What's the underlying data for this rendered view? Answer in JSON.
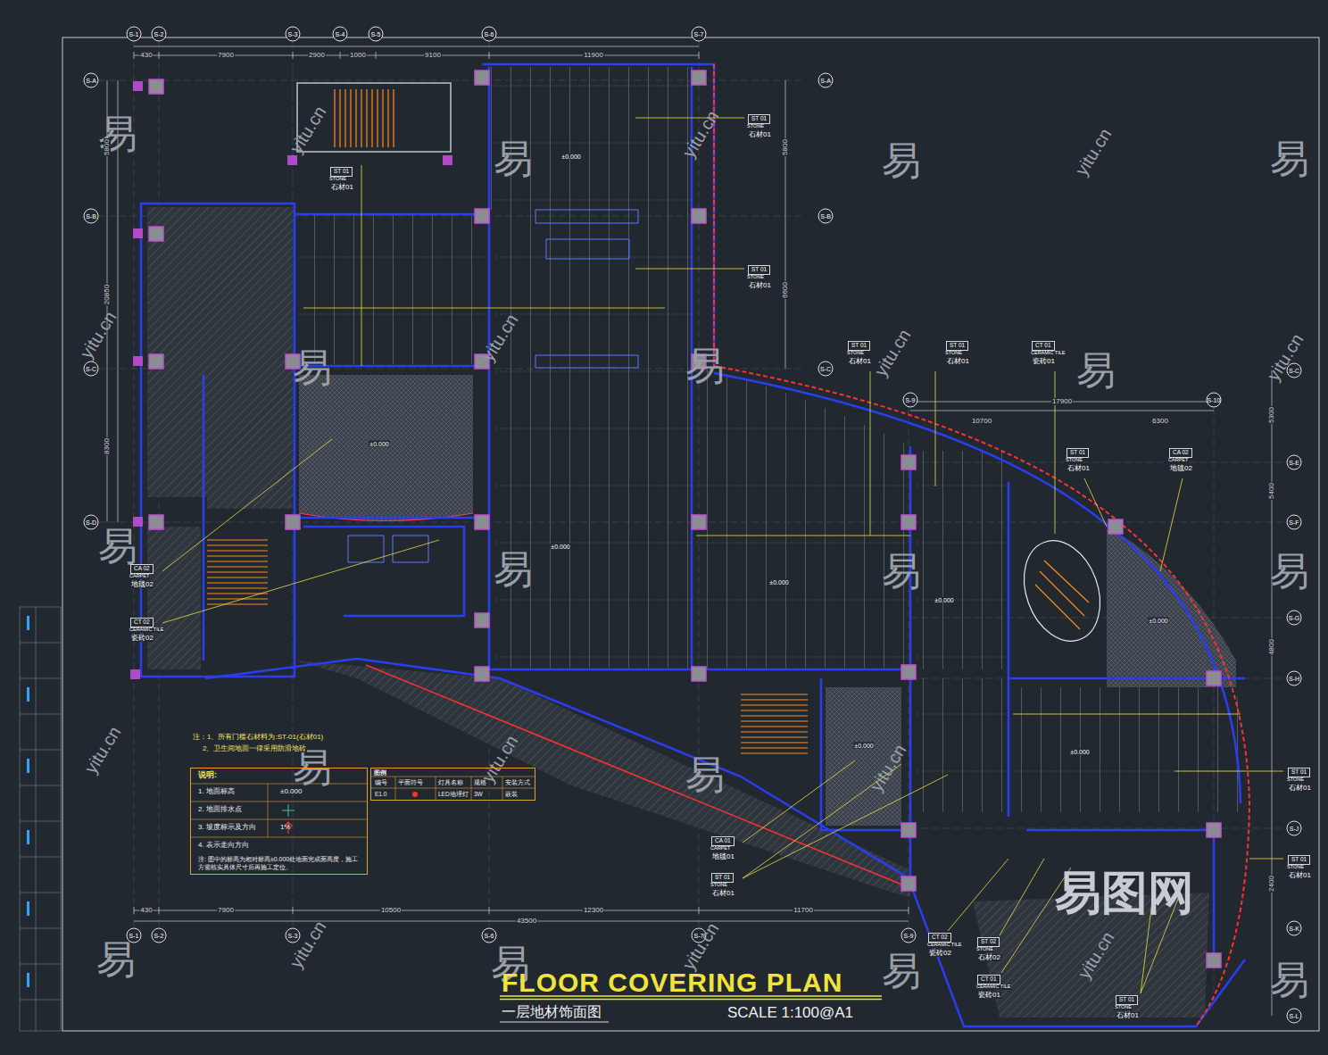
{
  "diagram": {
    "title": "FLOOR COVERING PLAN",
    "caption": "一层地材饰面图",
    "nodes": [
      {
        "text": [
          "说明:",
          "1. 地面标高",
          "±0.000",
          "2. 地面排水点",
          "3. 坡度标示及方向",
          "1%",
          "4. 表示走向方向",
          "注: 图中的标高为相对标高±0.000处地面完成面高度，施工方需核实具体尺寸后再施工定位。"
        ]
      },
      {
        "text": [
          "图例",
          "编号",
          "平面符号",
          "灯具名称",
          "规格",
          "安装方式",
          "E1.0",
          "LED地埋灯",
          "3W",
          "嵌装"
        ]
      }
    ],
    "labels": [
      "易",
      "易",
      "易",
      "易",
      "易",
      "易",
      "易",
      "易",
      "易",
      "易",
      "易",
      "易",
      "易",
      "易",
      "易",
      "易",
      "易",
      "yitu.cn",
      "yitu.cn",
      "yitu.cn",
      "yitu.cn",
      "yitu.cn",
      "yitu.cn",
      "yitu.cn",
      "yitu.cn",
      "yitu.cn",
      "yitu.cn",
      "yitu.cn",
      "yitu.cn",
      "yitu.cn",
      "易图网",
      "SCALE 1:100@A1",
      "S-1",
      "S-2",
      "S-3",
      "S-4",
      "S-5",
      "S-6",
      "S-7",
      "S-1",
      "S-2",
      "S-3",
      "S-6",
      "S-7",
      "S-9",
      "S-9",
      "S-10",
      "S-A",
      "S-B",
      "S-C",
      "S-D",
      "S-A",
      "S-B",
      "S-C",
      "S-C",
      "S-E",
      "S-F",
      "S-G",
      "S-H",
      "S-J",
      "S-K",
      "S-L",
      "430",
      "7900",
      "2900",
      "1000",
      "9100",
      "11900",
      "430",
      "7900",
      "10500",
      "12300",
      "11700",
      "43500",
      "10700",
      "17900",
      "6300",
      "5800",
      "20850",
      "8300",
      "5800",
      "6600",
      "5300",
      "5400",
      "4800",
      "2400",
      "±0.000",
      "±0.000",
      "±0.000",
      "±0.000",
      "±0.000",
      "±0.000",
      "±0.000",
      "±0.000",
      "ST 01",
      "STONE",
      "石材01",
      "ST 01",
      "STONE",
      "石材01",
      "ST 01",
      "STONE",
      "石材01",
      "ST 01",
      "STONE",
      "石材01",
      "ST 01",
      "STONE",
      "石材01",
      "CT 01",
      "CERAMIC TILE",
      "瓷砖01",
      "ST 01",
      "STONE",
      "石材01",
      "CA 02",
      "CARPET",
      "地毯02",
      "CA 02",
      "CARPET",
      "地毯02",
      "CT 02",
      "CERAMIC TILE",
      "瓷砖02",
      "CA 01",
      "CARPET",
      "地毯01",
      "ST 01",
      "STONE",
      "石材01",
      "ST 01",
      "STONE",
      "石材01",
      "ST 01",
      "STONE",
      "石材01",
      "CT 02",
      "CERAMIC TILE",
      "瓷砖02",
      "ST 02",
      "STONE",
      "石材02",
      "CT 01",
      "CERAMIC TILE",
      "瓷砖01",
      "ST 01",
      "STONE",
      "石材01",
      "注：1、所有门槛石材料为:ST-01(石材01)",
      "2、卫生间地面一律采用防滑地砖"
    ]
  }
}
